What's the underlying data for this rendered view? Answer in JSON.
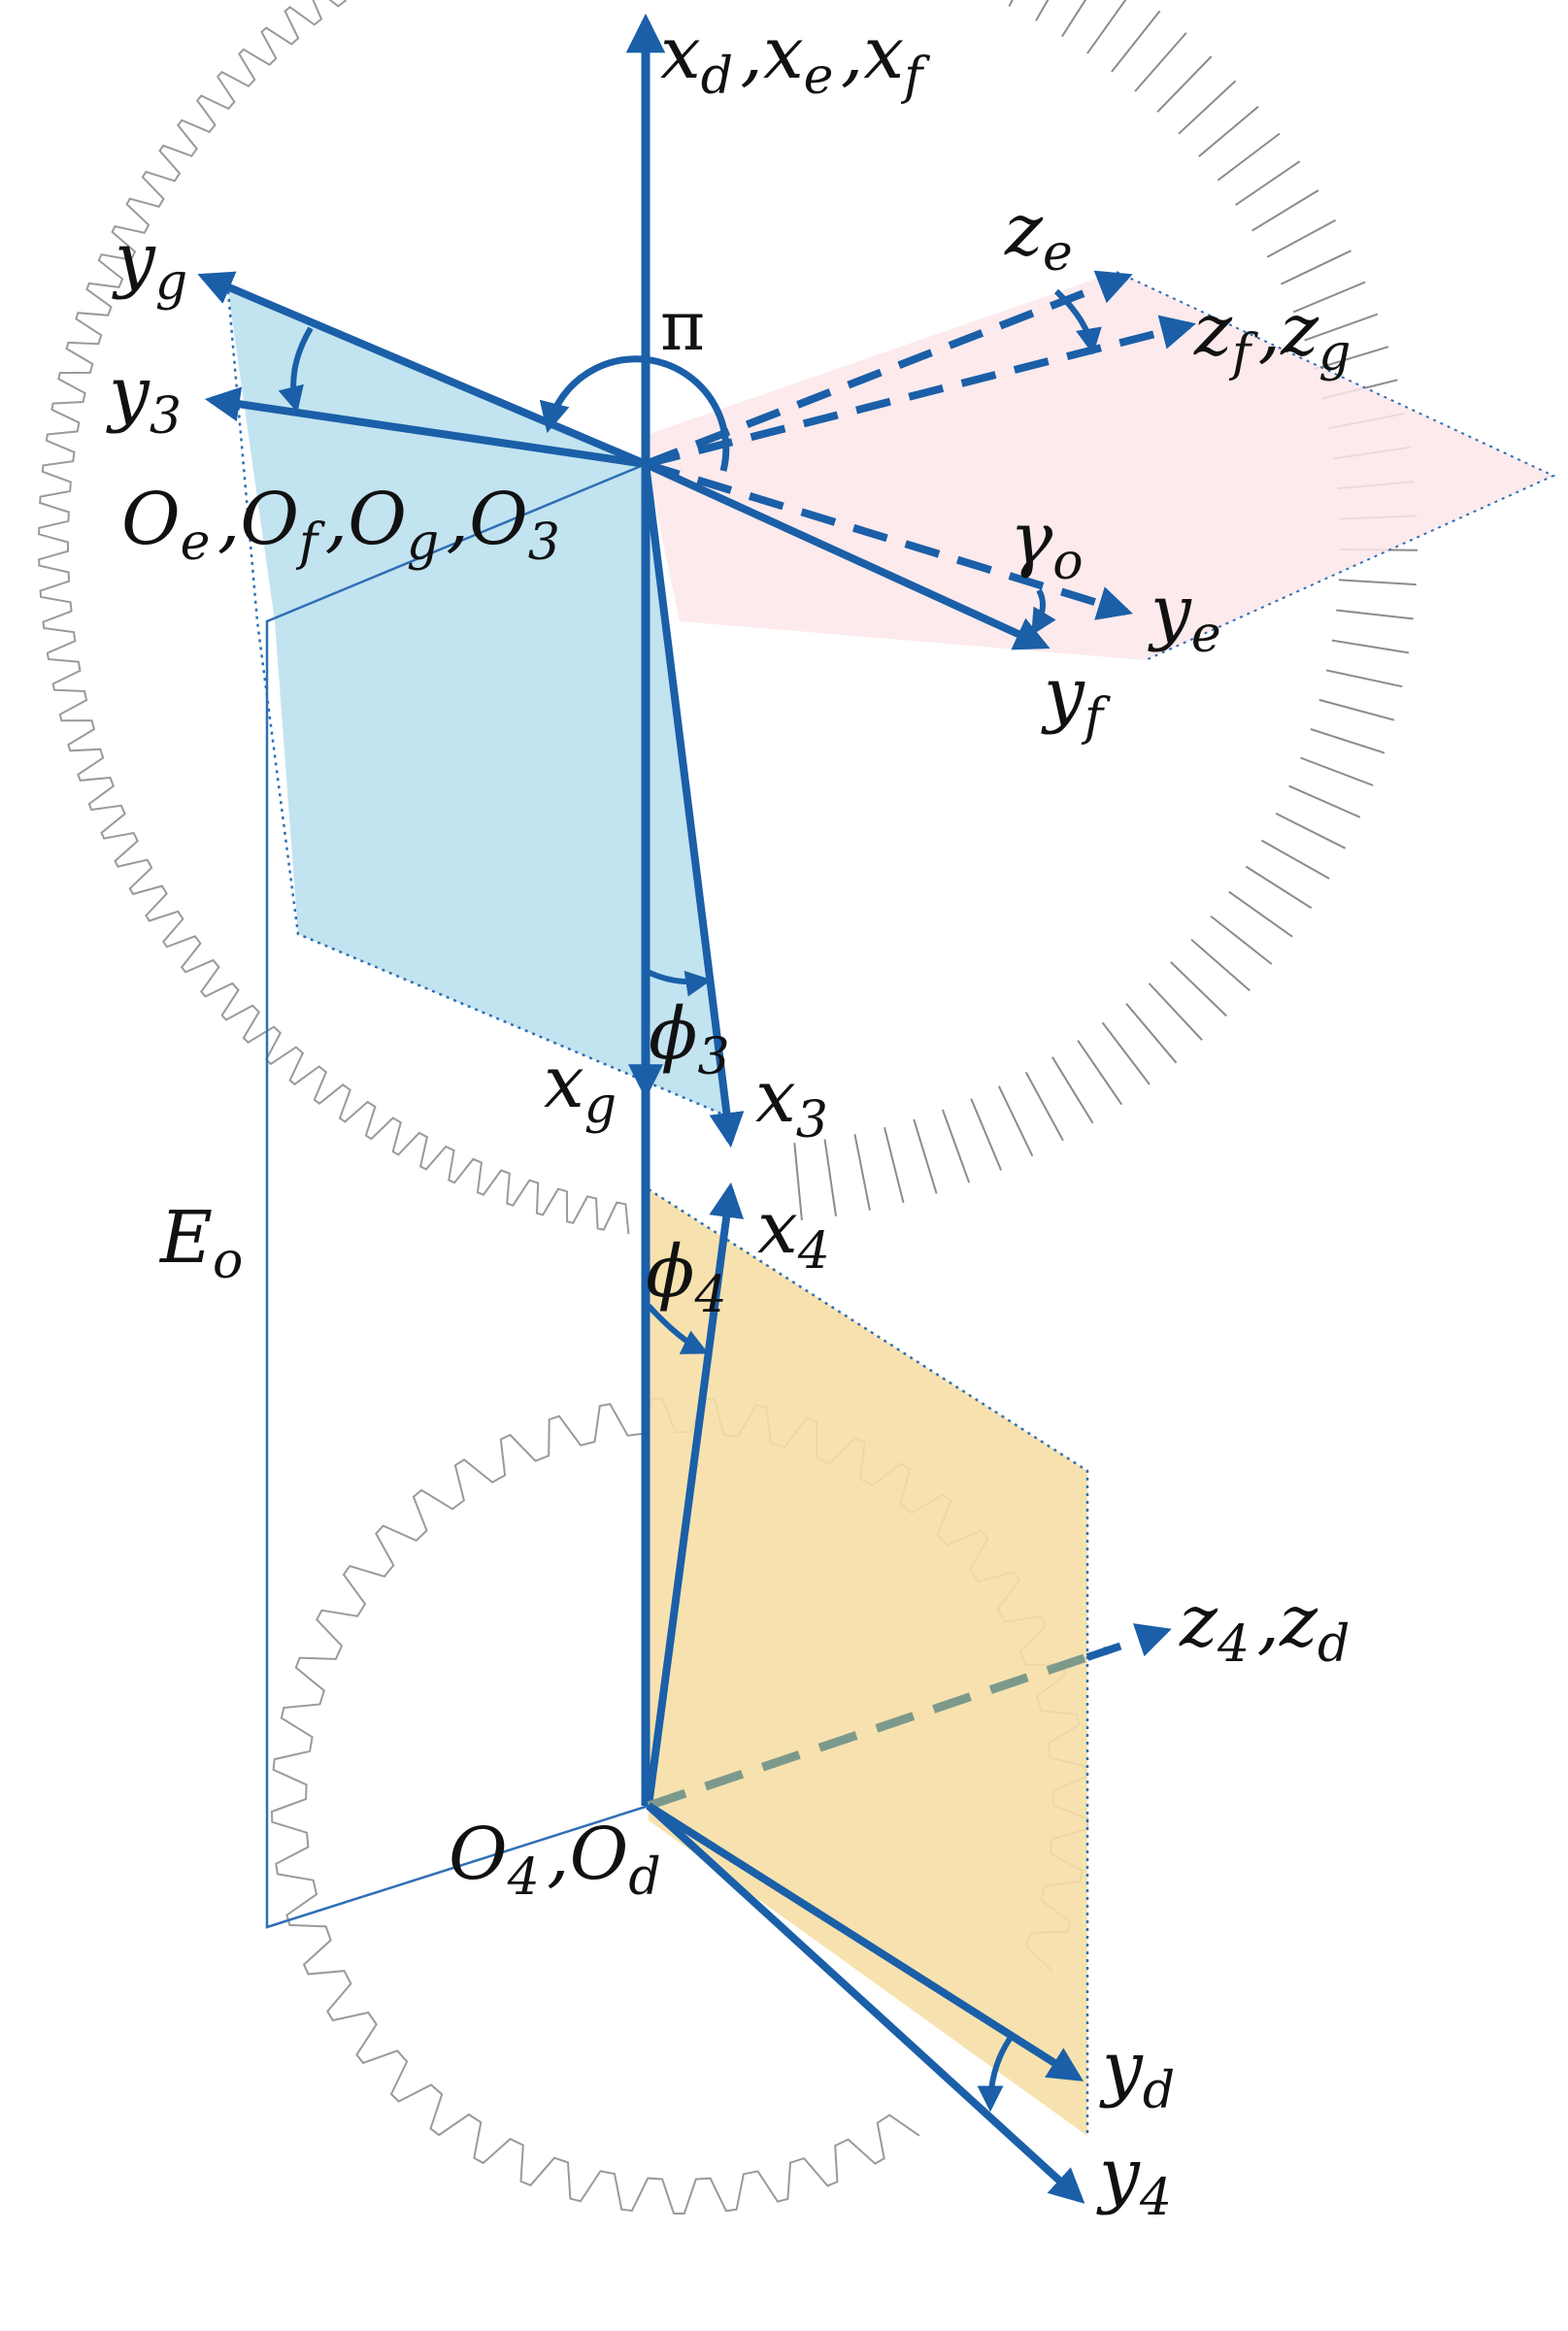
{
  "colors": {
    "axis": "#1a5fa8",
    "gear_outline": "#9a9a9a",
    "plane_blue": "#bfe1ef",
    "plane_orange": "#f6dfa6",
    "plane_pink": "#fbe6e9",
    "frame_line": "#2f6fb5",
    "text": "#111111"
  },
  "labels": {
    "x_def": {
      "base": [
        "x",
        ",",
        "x",
        ",",
        "x"
      ],
      "subs": [
        "d",
        "",
        "e",
        "",
        "f"
      ]
    },
    "y_g": {
      "base": [
        "y"
      ],
      "subs": [
        "g"
      ]
    },
    "y_3": {
      "base": [
        "y"
      ],
      "subs": [
        "3"
      ]
    },
    "z_e": {
      "base": [
        "z"
      ],
      "subs": [
        "e"
      ]
    },
    "z_fg": {
      "base": [
        "z",
        ",",
        "z"
      ],
      "subs": [
        "f",
        "",
        "g"
      ]
    },
    "pi": {
      "base": [
        "π"
      ],
      "subs": [
        ""
      ]
    },
    "origins_top": {
      "base": [
        "O",
        ",",
        "O",
        ",",
        "O",
        ",",
        "O"
      ],
      "subs": [
        "e",
        "",
        "f",
        "",
        "g",
        "",
        "3"
      ]
    },
    "gamma_o": {
      "base": [
        "γ"
      ],
      "subs": [
        "o"
      ]
    },
    "y_e": {
      "base": [
        "y"
      ],
      "subs": [
        "e"
      ]
    },
    "y_f": {
      "base": [
        "y"
      ],
      "subs": [
        "f"
      ]
    },
    "phi_3": {
      "base": [
        "ϕ"
      ],
      "subs": [
        "3"
      ]
    },
    "x_g": {
      "base": [
        "x"
      ],
      "subs": [
        "g"
      ]
    },
    "x_3": {
      "base": [
        "x"
      ],
      "subs": [
        "3"
      ]
    },
    "x_4": {
      "base": [
        "x"
      ],
      "subs": [
        "4"
      ]
    },
    "phi_4": {
      "base": [
        "ϕ"
      ],
      "subs": [
        "4"
      ]
    },
    "E_o": {
      "base": [
        "E"
      ],
      "subs": [
        "o"
      ]
    },
    "z_4d": {
      "base": [
        "z",
        ",",
        "z"
      ],
      "subs": [
        "4",
        "",
        "d"
      ]
    },
    "origins_bottom": {
      "base": [
        "O",
        ",",
        "O"
      ],
      "subs": [
        "4",
        "",
        "d"
      ]
    },
    "y_d": {
      "base": [
        "y"
      ],
      "subs": [
        "d"
      ]
    },
    "y_4": {
      "base": [
        "y"
      ],
      "subs": [
        "4"
      ]
    }
  }
}
